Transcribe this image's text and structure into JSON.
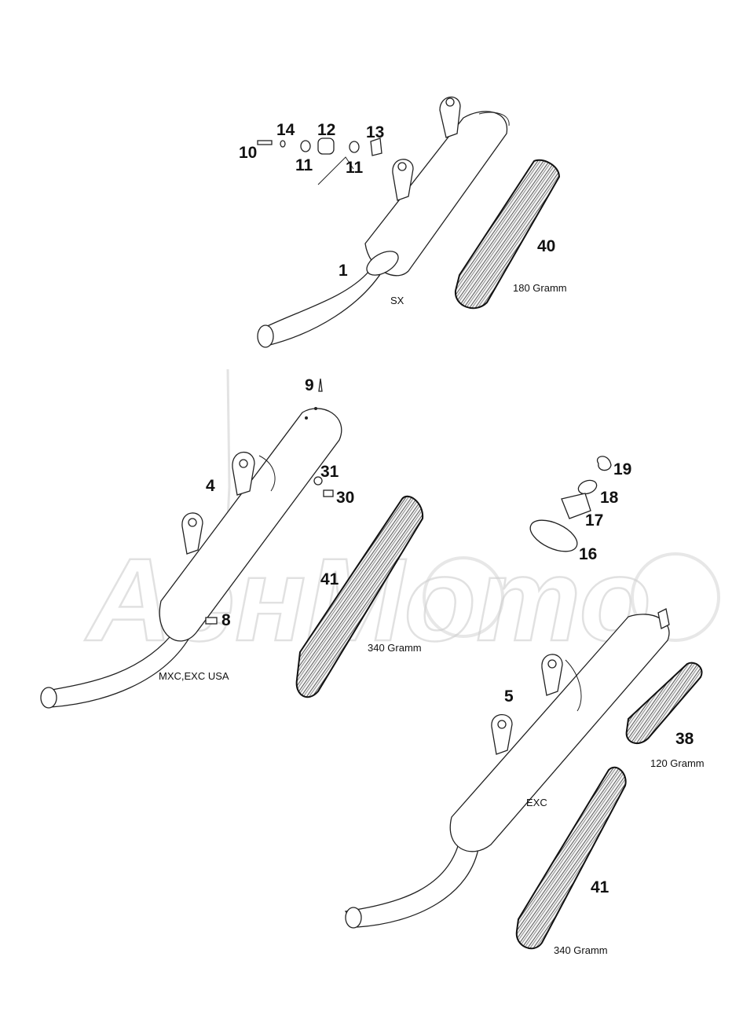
{
  "watermark": {
    "text": "АенМото",
    "color": "#c9c9c9"
  },
  "callouts": {
    "c1": "1",
    "c10": "10",
    "c14": "14",
    "c11a": "11",
    "c12": "12",
    "c13": "13",
    "c11b": "11",
    "c40": "40",
    "c9": "9",
    "c4": "4",
    "c31": "31",
    "c30": "30",
    "c41a": "41",
    "c8": "8",
    "c19": "19",
    "c18": "18",
    "c17": "17",
    "c16": "16",
    "c5": "5",
    "c38": "38",
    "c41b": "41"
  },
  "labels": {
    "sx": "SX",
    "mxc": "MXC,EXC USA",
    "exc": "EXC",
    "w40": "180 Gramm",
    "w41a": "340 Gramm",
    "w38": "120 Gramm",
    "w41b": "340 Gramm"
  }
}
